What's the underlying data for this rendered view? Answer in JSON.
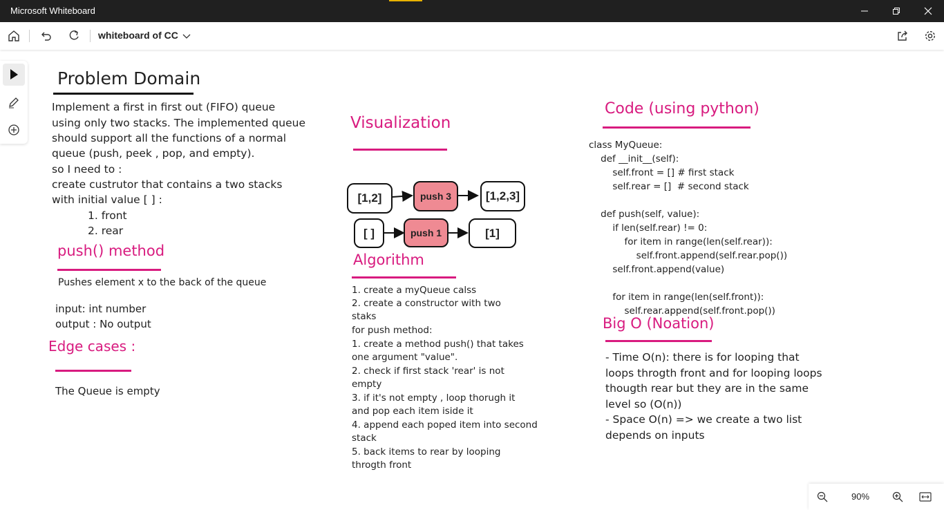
{
  "window": {
    "title": "Microsoft Whiteboard"
  },
  "toolbar": {
    "board_title": "whiteboard of CC"
  },
  "zoom": {
    "level": "90%"
  },
  "problem": {
    "heading": "Problem Domain",
    "lines": [
      "Implement a first in first out (FIFO) queue",
      "using only two stacks. The implemented queue",
      "should support all the functions of a normal",
      "queue (push, peek , pop, and empty).",
      "so I need to :",
      "create custrutor that contains a two  stacks",
      "with initial value [ ] :",
      "1. front",
      "2. rear"
    ]
  },
  "push_method": {
    "heading": "push() method",
    "desc": "Pushes element x to the back of the queue",
    "input": "input:  int number",
    "output": "output : No output"
  },
  "edge": {
    "heading": "Edge cases :",
    "text": "The Queue is empty"
  },
  "visualization": {
    "heading": "Visualization",
    "nodes": {
      "a": "[1,2]",
      "push3": "push 3",
      "b": "[1,2,3]",
      "c": "[ ]",
      "push1": "push 1",
      "d": "[1]"
    }
  },
  "algorithm": {
    "heading": "Algorithm",
    "lines": [
      "1. create a myQueue calss",
      "2. create a constructor with two",
      "staks",
      "for push method:",
      "1. create a method push() that takes",
      "one argument \"value\".",
      "2. check if first stack 'rear' is not",
      "empty",
      "3. if it's not empty , loop thorugh it",
      "and pop each item iside it",
      "4. append each poped item into second",
      "stack",
      "5. back items to rear by looping",
      "throgth front"
    ]
  },
  "code": {
    "heading": "Code (using python)",
    "lines": [
      "class MyQueue:",
      "    def __init__(self):",
      "        self.front = [] # first stack",
      "        self.rear = []  # second stack",
      "",
      "    def push(self, value):",
      "        if len(self.rear) != 0:",
      "            for item in range(len(self.rear)):",
      "                self.front.append(self.rear.pop())",
      "        self.front.append(value)",
      "",
      "        for item in range(len(self.front)):",
      "            self.rear.append(self.front.pop())"
    ]
  },
  "bigo": {
    "heading": "Big O (Noation)",
    "lines": [
      "- Time O(n): there is for looping that",
      "loops throgth front and for looping loops",
      "thougth rear but they are in the same",
      "level so (O(n))",
      "- Space O(n) => we create a two list",
      "depends on inputs"
    ]
  },
  "colors": {
    "accent": "#d81b7f",
    "push_fill": "#ef8a93",
    "titlebar": "#202020"
  }
}
